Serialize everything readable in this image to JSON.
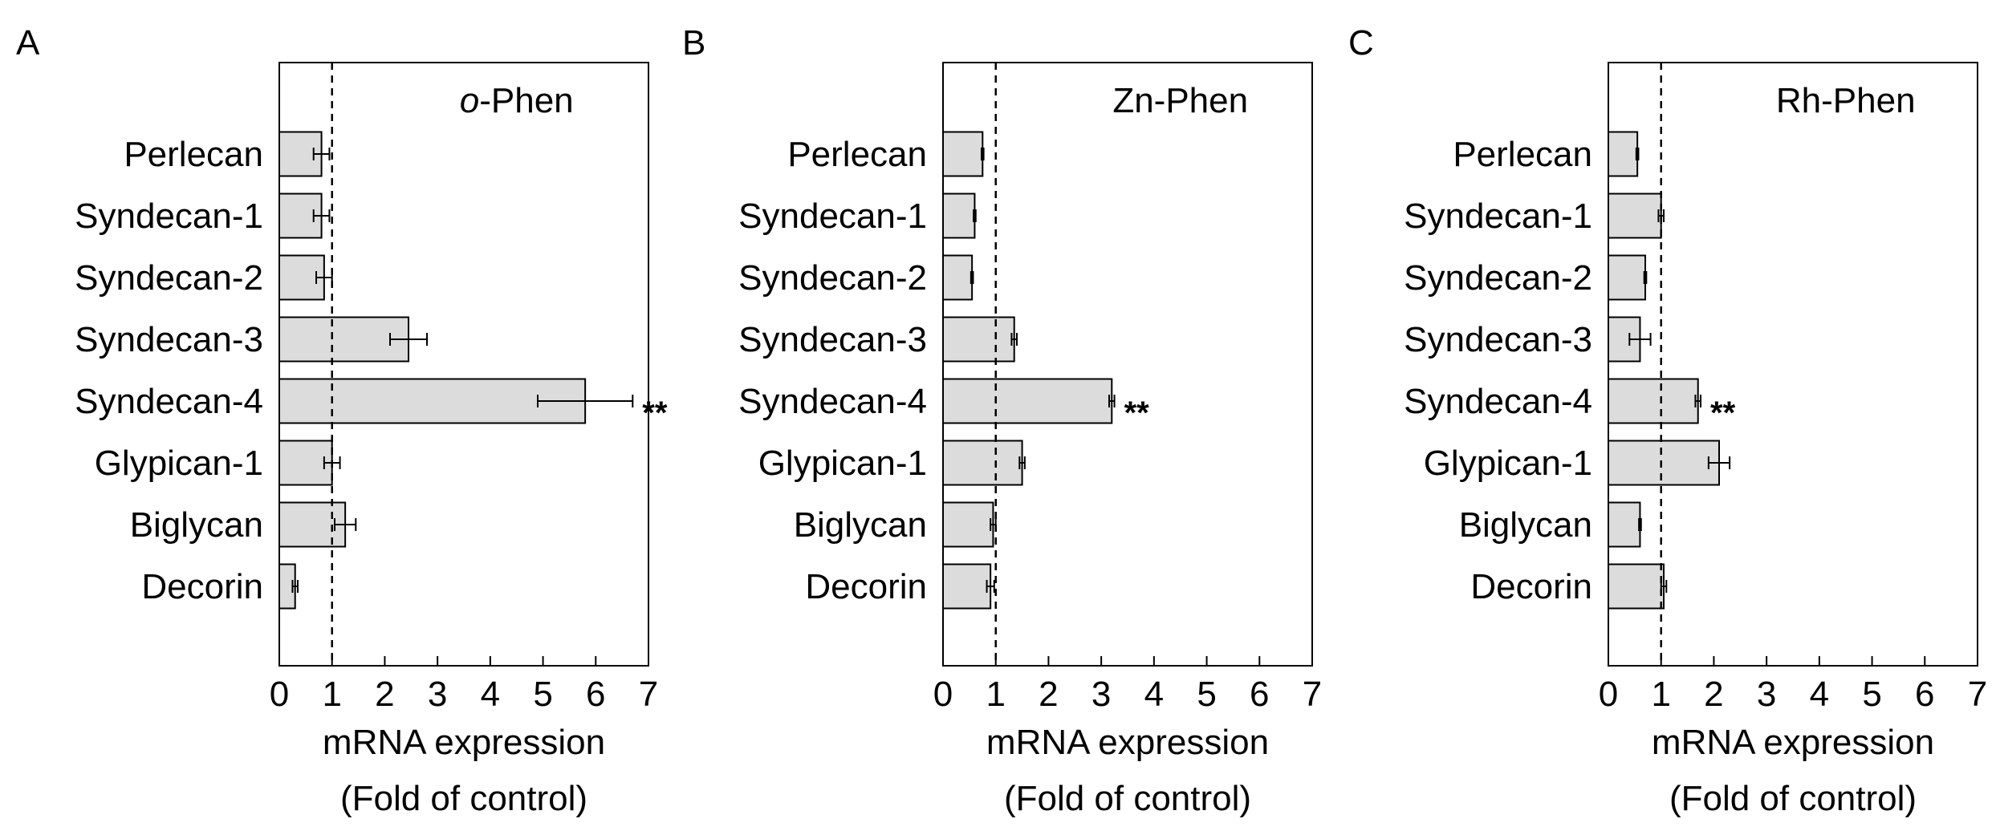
{
  "chart_data": [
    {
      "type": "bar",
      "orientation": "horizontal",
      "panel": "A",
      "title_prefix": "o",
      "title_suffix": "-Phen",
      "categories": [
        "Perlecan",
        "Syndecan-1",
        "Syndecan-2",
        "Syndecan-3",
        "Syndecan-4",
        "Glypican-1",
        "Biglycan",
        "Decorin"
      ],
      "values": [
        0.8,
        0.8,
        0.85,
        2.45,
        5.8,
        1.0,
        1.25,
        0.3
      ],
      "errors": [
        0.15,
        0.15,
        0.15,
        0.35,
        0.9,
        0.15,
        0.2,
        0.05
      ],
      "significance": [
        "",
        "",
        "",
        "",
        "**",
        "",
        "",
        ""
      ],
      "reference_line": 1,
      "xlim": [
        0,
        7
      ],
      "xticks": [
        "0",
        "1",
        "2",
        "3",
        "4",
        "5",
        "6",
        "7"
      ],
      "xlabel_line1": "mRNA expression",
      "xlabel_line2": "(Fold of control)"
    },
    {
      "type": "bar",
      "orientation": "horizontal",
      "panel": "B",
      "title": "Zn-Phen",
      "categories": [
        "Perlecan",
        "Syndecan-1",
        "Syndecan-2",
        "Syndecan-3",
        "Syndecan-4",
        "Glypican-1",
        "Biglycan",
        "Decorin"
      ],
      "values": [
        0.75,
        0.6,
        0.55,
        1.35,
        3.2,
        1.5,
        0.95,
        0.9
      ],
      "errors": [
        0.02,
        0.02,
        0.02,
        0.05,
        0.05,
        0.05,
        0.05,
        0.07
      ],
      "significance": [
        "",
        "",
        "",
        "",
        "**",
        "",
        "",
        ""
      ],
      "reference_line": 1,
      "xlim": [
        0,
        7
      ],
      "xticks": [
        "0",
        "1",
        "2",
        "3",
        "4",
        "5",
        "6",
        "7"
      ],
      "xlabel_line1": "mRNA expression",
      "xlabel_line2": "(Fold of control)"
    },
    {
      "type": "bar",
      "orientation": "horizontal",
      "panel": "C",
      "title": "Rh-Phen",
      "categories": [
        "Perlecan",
        "Syndecan-1",
        "Syndecan-2",
        "Syndecan-3",
        "Syndecan-4",
        "Glypican-1",
        "Biglycan",
        "Decorin"
      ],
      "values": [
        0.55,
        1.0,
        0.7,
        0.6,
        1.7,
        2.1,
        0.6,
        1.05
      ],
      "errors": [
        0.02,
        0.05,
        0.02,
        0.2,
        0.05,
        0.2,
        0.02,
        0.05
      ],
      "significance": [
        "",
        "",
        "",
        "",
        "**",
        "",
        "",
        ""
      ],
      "reference_line": 1,
      "xlim": [
        0,
        7
      ],
      "xticks": [
        "0",
        "1",
        "2",
        "3",
        "4",
        "5",
        "6",
        "7"
      ],
      "xlabel_line1": "mRNA expression",
      "xlabel_line2": "(Fold of control)"
    }
  ],
  "colors": {
    "bar_fill": "#dcdcdc",
    "bar_stroke": "#000000",
    "axis": "#000000",
    "reference_line": "#000000"
  }
}
